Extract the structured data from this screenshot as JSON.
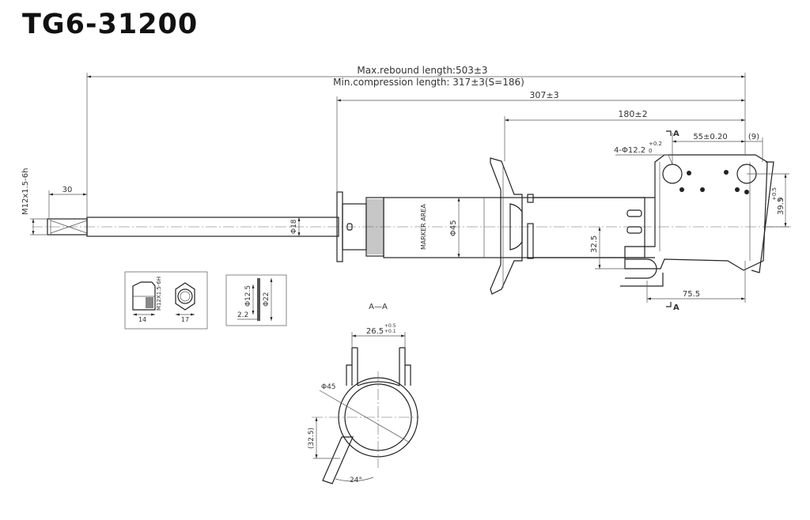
{
  "title": "TG6-31200",
  "dimensions": {
    "max_rebound": "Max.rebound length:503±3",
    "min_compression": "Min.compression length: 317±3(S=186)",
    "d307": "307±3",
    "d180": "180±2",
    "d55": "55±0.20",
    "d9": "(9)",
    "hole_spec": "4-Φ12.2",
    "hole_tol": "+0.2",
    "hole_tol2": "0",
    "d39": "39.5",
    "d39_tol": "+0.5",
    "d39_tol2": "0",
    "thread": "M12x1.5-6h",
    "d30": "30",
    "rod_dia": "Φ18",
    "body_dia": "Φ45",
    "marker": "MARKER AREA",
    "d32": "32.5",
    "d75": "75.5",
    "section_mark": "A",
    "nut_thread": "M12X1.5-6H",
    "nut_14": "14",
    "nut_17": "17",
    "washer_inner": "Φ12.5",
    "washer_outer": "Φ22",
    "washer_thk": "2.2",
    "section_title": "A—A",
    "sec_width": "26.5",
    "sec_tol1": "+0.5",
    "sec_tol2": "+0.1",
    "sec_dia": "Φ45",
    "sec_32": "(32.5)",
    "sec_angle": "24°"
  }
}
